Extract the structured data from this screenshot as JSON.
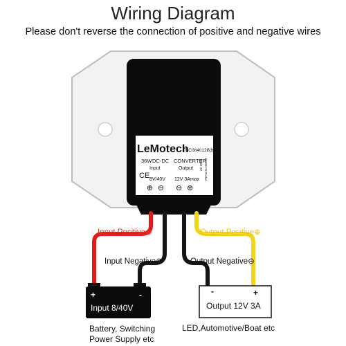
{
  "header": {
    "title": "Wiring Diagram",
    "subtitle": "Please don't reverse the connection of positive and negative wires"
  },
  "converter": {
    "brand": "LeMotech",
    "model": "TBC084012B36Z",
    "power": "36W",
    "type": "DC-DC",
    "kind": "CONVERTER",
    "input_label": "Input",
    "output_label": "Output",
    "input_range": "8V/40V",
    "output_rating": "12V 3Amax",
    "ce_mark": "CE",
    "made_in": "MADE IN CHINA",
    "side_code": "2030 V0",
    "terminal_symbols": [
      "⊕",
      "⊖",
      "⊖",
      "⊕"
    ]
  },
  "wires": {
    "input_positive": "Input Positive⊕",
    "input_negative": "Input Negative⊖",
    "output_positive": "Output Positive⊕",
    "output_negative": "Output Negative⊖"
  },
  "source_box": {
    "plus": "+",
    "minus": "-",
    "label": "Input 8/40V",
    "caption_line1": "Battery, Switching",
    "caption_line2": "Power Supply etc"
  },
  "load_box": {
    "plus": "+",
    "minus": "-",
    "label": "Output 12V 3A",
    "caption": "LED,Automotive/Boat etc"
  },
  "colors": {
    "red_wire": "#e01b1b",
    "yellow_wire": "#f2d51a",
    "black_wire": "#141414",
    "input_label": "#e0312b",
    "output_label": "#e8c40e",
    "housing": "#f1f1f1",
    "body": "#0b0b0b"
  }
}
